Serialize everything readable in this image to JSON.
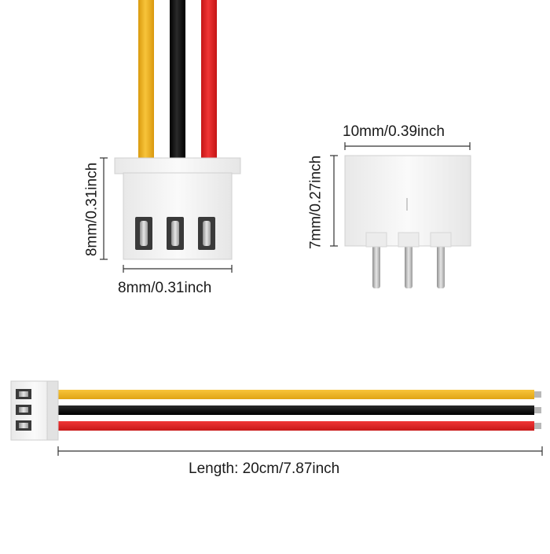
{
  "colors": {
    "wire_yellow": "#f2b51c",
    "wire_black": "#111111",
    "wire_red": "#e51f1f",
    "housing": "#f4f4f4",
    "housing_edge": "#d2d2d2",
    "pin_metal": "#c8c8c8",
    "dimension_line": "#333333"
  },
  "front_view": {
    "height_label": "8mm/0.31inch",
    "width_label": "8mm/0.31inch",
    "pins": [
      "pin-1",
      "pin-2",
      "pin-3"
    ]
  },
  "side_view": {
    "height_label": "7mm/0.27inch",
    "width_label": "10mm/0.39inch",
    "pins": [
      "pin-1",
      "pin-2",
      "pin-3"
    ]
  },
  "cable_view": {
    "length_label": "Length: 20cm/7.87inch",
    "wires": [
      "yellow",
      "black",
      "red"
    ]
  }
}
